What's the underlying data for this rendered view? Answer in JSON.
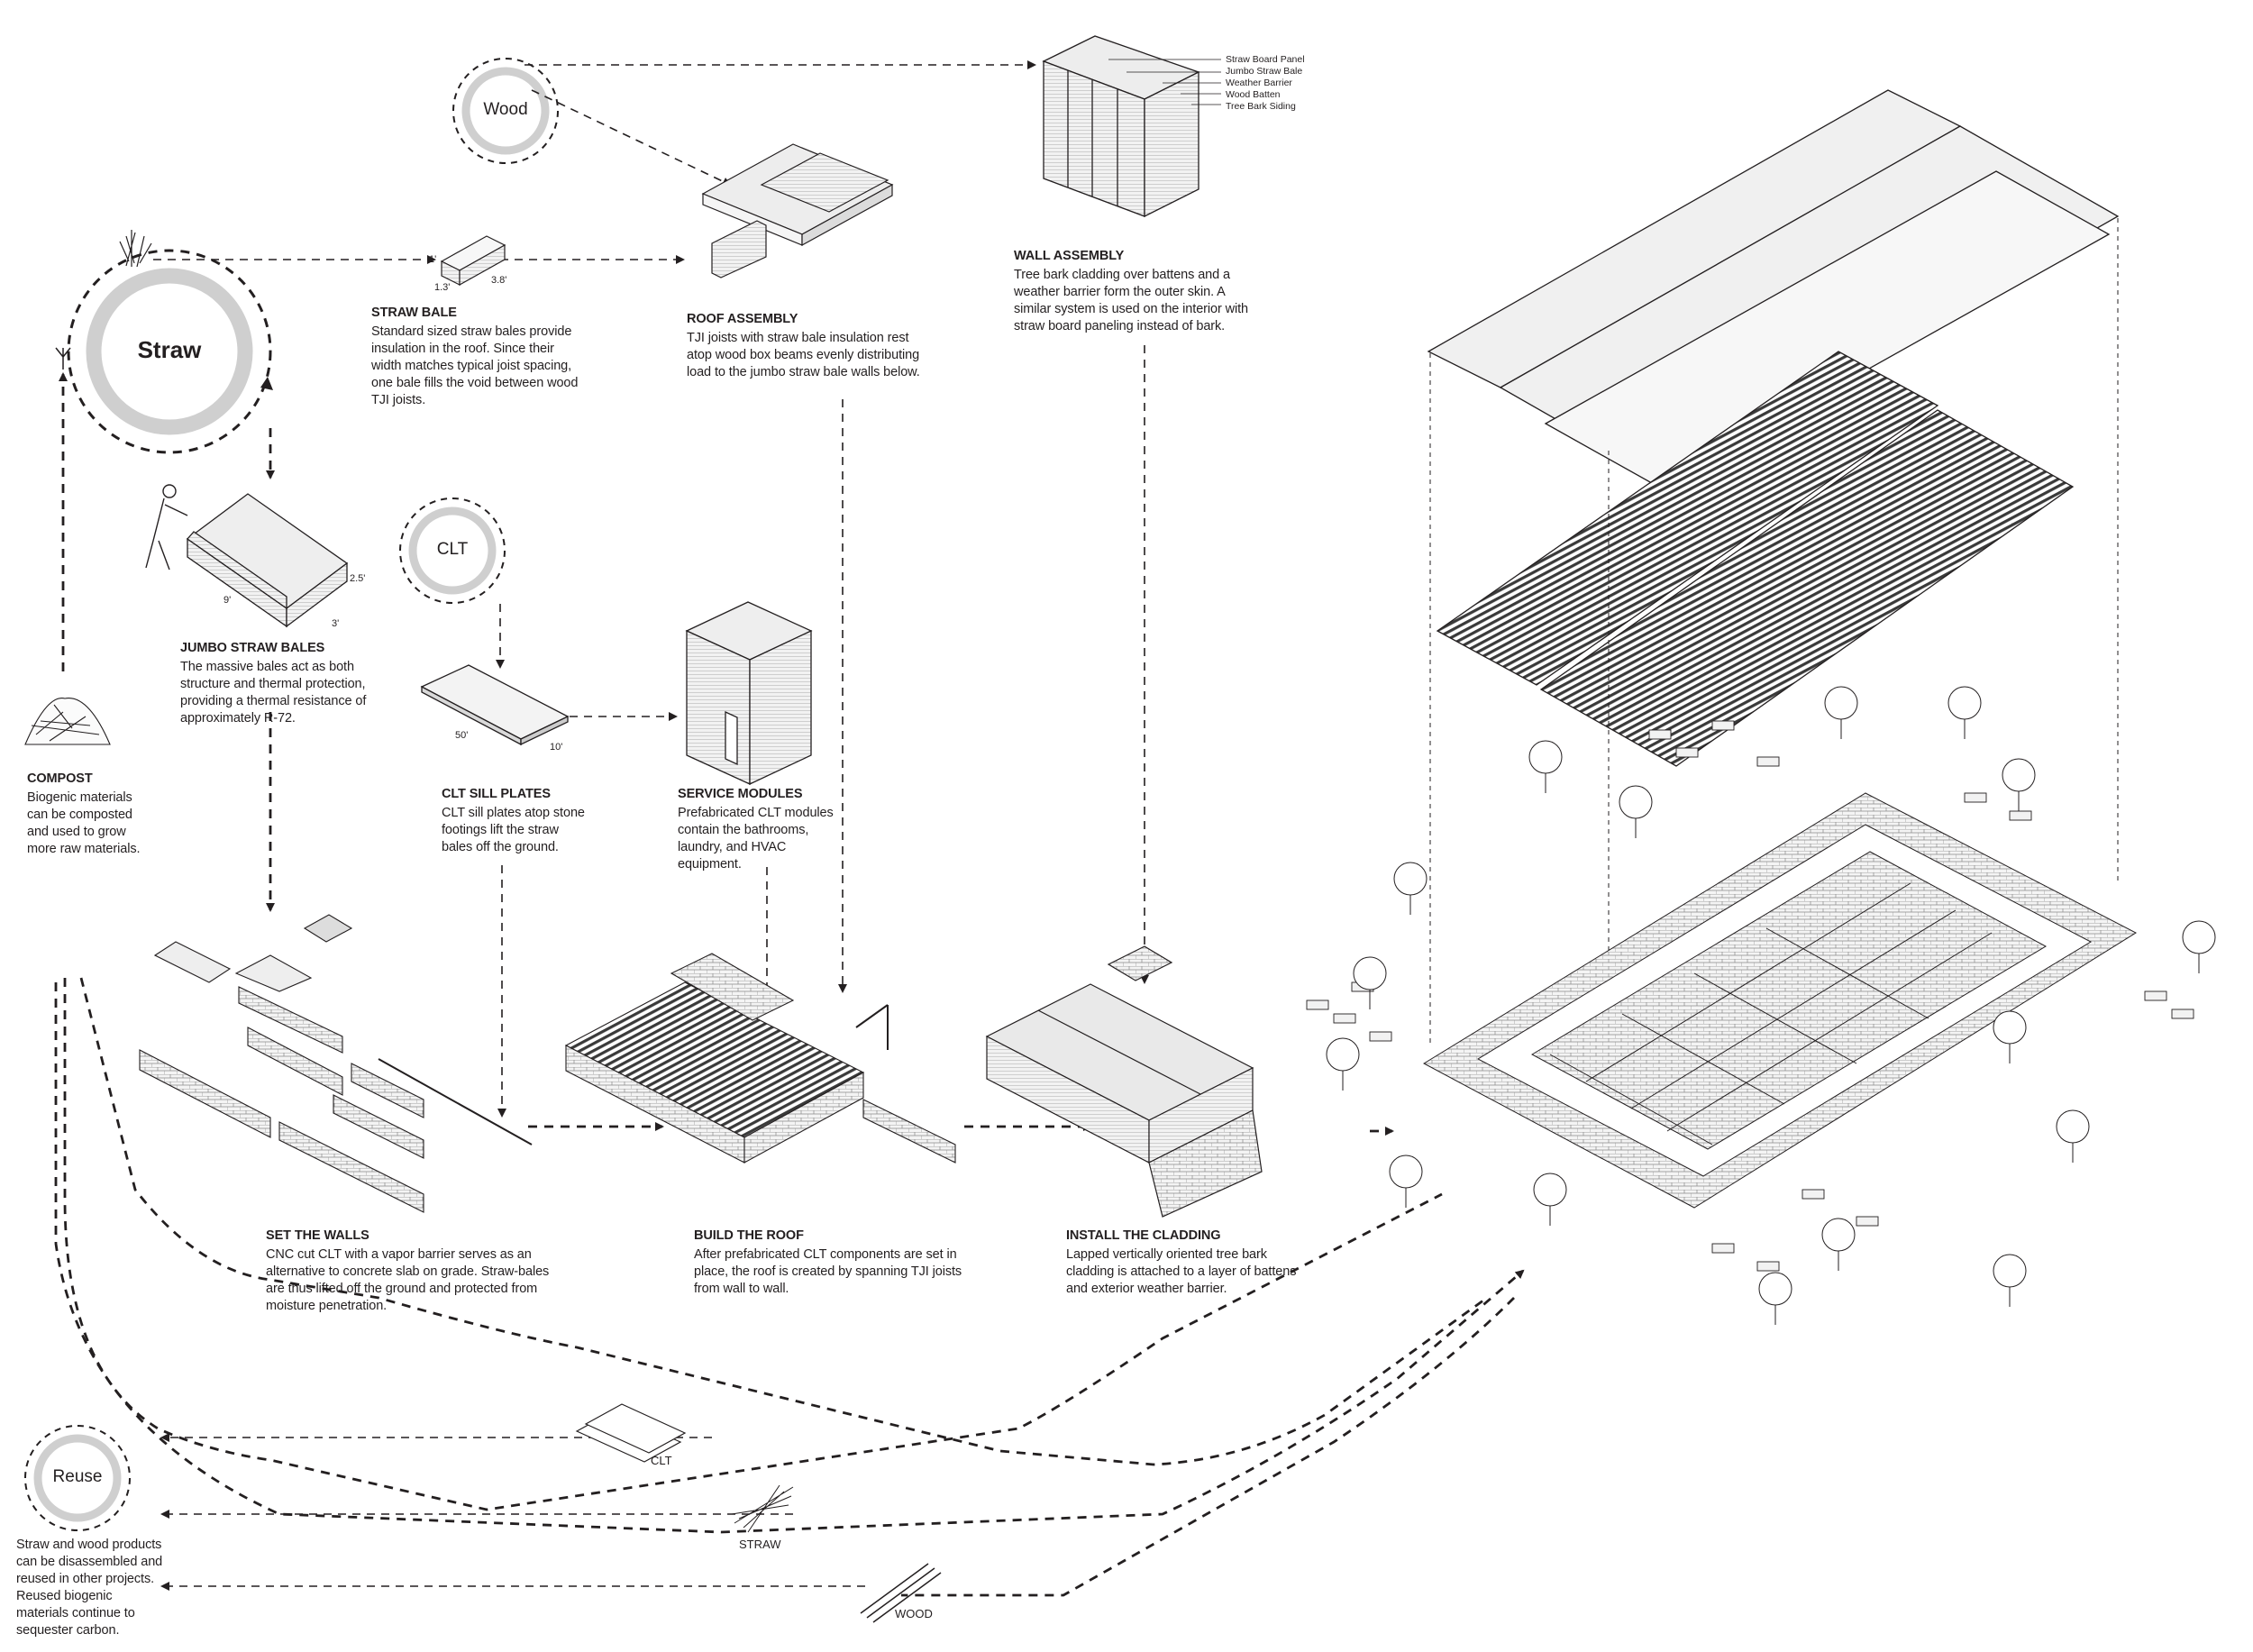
{
  "cycle": {
    "straw_label": "Straw",
    "wood_label": "Wood",
    "clt_label": "CLT",
    "reuse_label": "Reuse"
  },
  "straw_bale": {
    "title": "STRAW BALE",
    "body": "Standard sized straw bales provide insulation in the roof. Since their width matches typical joist spacing, one bale fills the void between wood TJI joists.",
    "dims": [
      "1'",
      "1.3'",
      "3.8'"
    ]
  },
  "roof_assembly": {
    "title": "ROOF ASSEMBLY",
    "body": "TJI joists with straw bale insulation rest atop wood box beams evenly distributing load to the jumbo straw bale walls below."
  },
  "wall_assembly": {
    "title": "WALL ASSEMBLY",
    "body": "Tree bark cladding over battens and a weather barrier form the outer skin. A similar system is used on the interior with straw board paneling instead of bark.",
    "legend": [
      "Straw Board Panel",
      "Jumbo Straw Bale",
      "Weather Barrier",
      "Wood Batten",
      "Tree Bark Siding"
    ]
  },
  "jumbo_bales": {
    "title": "JUMBO STRAW BALES",
    "body": "The massive bales act as both structure and thermal protection, providing a thermal resistance of approximately R-72.",
    "dims": [
      "9'",
      "3'",
      "2.5'"
    ]
  },
  "compost": {
    "title": "COMPOST",
    "body": "Biogenic materials can be composted and used to grow more raw materials."
  },
  "clt_sill": {
    "title": "CLT SILL PLATES",
    "body": "CLT sill plates atop stone footings lift the straw bales off the ground.",
    "dims": [
      "50'",
      "10'"
    ]
  },
  "service_modules": {
    "title": "SERVICE MODULES",
    "body": "Prefabricated CLT modules contain the bathrooms, laundry, and HVAC equipment."
  },
  "set_walls": {
    "title": "SET THE WALLS",
    "body": "CNC cut CLT with a vapor barrier serves as an alternative to concrete slab on grade. Straw-bales are thus lifted off the ground and protected from moisture penetration."
  },
  "build_roof": {
    "title": "BUILD THE ROOF",
    "body": "After prefabricated CLT components are set in place, the roof is created by spanning TJI joists from wall to wall."
  },
  "install_cladding": {
    "title": "INSTALL THE CLADDING",
    "body": "Lapped vertically oriented tree bark cladding is attached to a layer of battens and exterior weather barrier."
  },
  "reuse": {
    "body": "Straw and wood products can be disassembled and reused in other projects. Reused biogenic materials continue to sequester carbon.",
    "streams": [
      "CLT",
      "STRAW",
      "WOOD"
    ]
  },
  "colors": {
    "ink": "#231f20",
    "ring": "#cfcfcf",
    "roof_fill": "#e9e9e9",
    "joist": "#3a3a3a"
  }
}
